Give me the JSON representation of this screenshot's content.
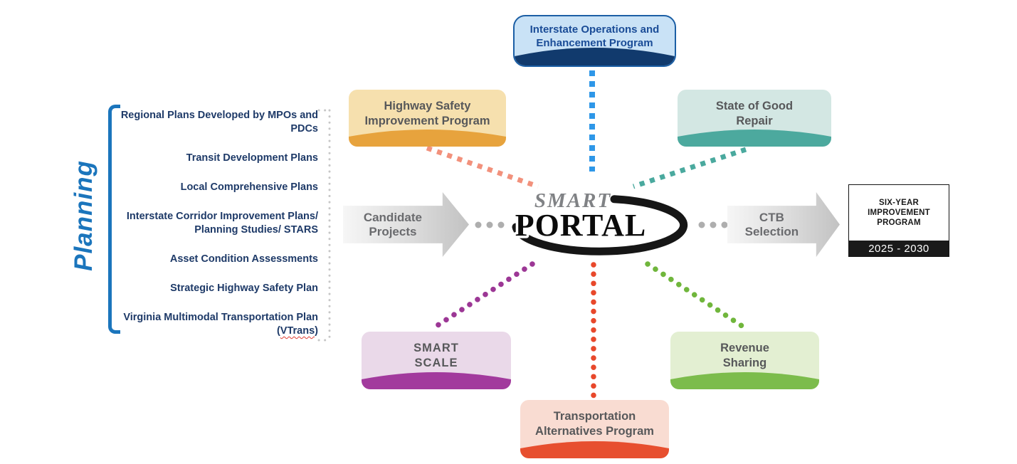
{
  "diagram_title": "SMART Portal project flow diagram",
  "planning": {
    "label": "Planning",
    "items": [
      "Regional Plans Developed by MPOs and PDCs",
      "Transit Development Plans",
      "Local Comprehensive Plans",
      "Interstate Corridor Improvement Plans/ Planning Studies/ STARS",
      "Asset Condition Assessments",
      "Strategic Highway Safety Plan"
    ],
    "vtrans_item": {
      "full_text": "Virginia Multimodal Transportation Plan (VTrans)",
      "prefix": "Virginia Multimodal Transportation Plan (",
      "word": "VTrans",
      "suffix": ")"
    },
    "accent_color": "#1b75bc",
    "text_color": "#1e3a68"
  },
  "portal_logo": {
    "smart": "SMART",
    "portal": "PORTAL",
    "smart_color": "#808285",
    "portal_color": "#0b0b0b"
  },
  "flow": {
    "candidate_label": "Candidate Projects",
    "ctb_label": "CTB Selection",
    "arrow_text_color": "#6a6b6e"
  },
  "programs": {
    "interstate": {
      "label": "Interstate Operations and Enhancement Program",
      "bg": "#c9e2f6",
      "border": "#1c5fa5",
      "accent": "#113a6d",
      "text_color": "#1a4c97",
      "connector_color": "#2e97e8"
    },
    "highway_safety": {
      "label": "Highway Safety Improvement Program",
      "bg": "#f6e0ae",
      "accent": "#e7a33d",
      "connector_color": "#f2917c"
    },
    "good_repair": {
      "label": "State of Good Repair",
      "bg": "#d3e7e3",
      "accent": "#4ca99e",
      "connector_color": "#4aa99e"
    },
    "smart_scale": {
      "label": "SMART SCALE",
      "bg": "#ead9e9",
      "accent": "#a23a9d",
      "connector_color": "#9c3795"
    },
    "revenue_sharing": {
      "label": "Revenue Sharing",
      "bg": "#e3efd2",
      "accent": "#7cbc4c",
      "connector_color": "#70b63c"
    },
    "transportation_alternatives": {
      "label": "Transportation Alternatives Program",
      "bg": "#f9dcd2",
      "accent": "#e74f2f",
      "connector_color": "#e8482b"
    }
  },
  "syip": {
    "title": "SIX-YEAR IMPROVEMENT PROGRAM",
    "years": "2025 - 2030"
  }
}
